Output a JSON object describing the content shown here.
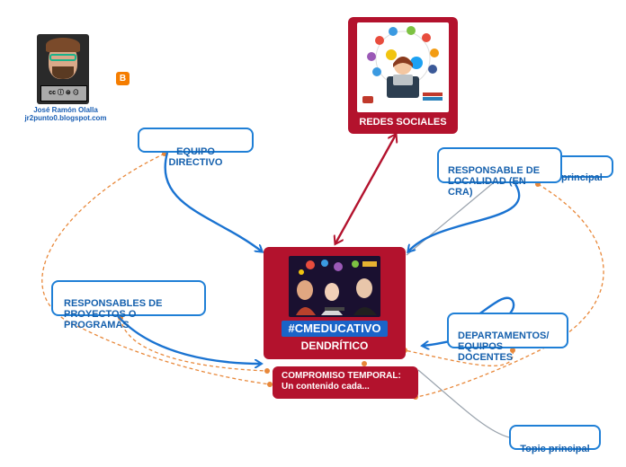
{
  "author": {
    "line1": "José Ramón Olalla",
    "line2": "jr2punto0.blogspot.com"
  },
  "center": {
    "hashtag": "#CMEDUCATIVO",
    "title": "DENDRÍTICO",
    "image_caption": "#CMEDUCATIVO"
  },
  "redes": {
    "label": "REDES SOCIALES"
  },
  "compromiso": {
    "line1": "COMPROMISO TEMPORAL:",
    "line2": "Un contenido cada..."
  },
  "nodes": {
    "equipo": "EQUIPO DIRECTIVO",
    "responsable": "RESPONSABLE DE\nLOCALIDAD (EN CRA)",
    "principal_hidden": "principal",
    "proyectos": "RESPONSABLES DE\nPROYECTOS O PROGRAMAS",
    "departamentos": "DEPARTAMENTOS/\nEQUIPOS DOCENTES",
    "topic": "Topic principal"
  },
  "colors": {
    "accent_red": "#b3122d",
    "link_blue": "#1a73d1",
    "dashed_orange": "#e8883a",
    "node_border": "#1f7fd6"
  }
}
